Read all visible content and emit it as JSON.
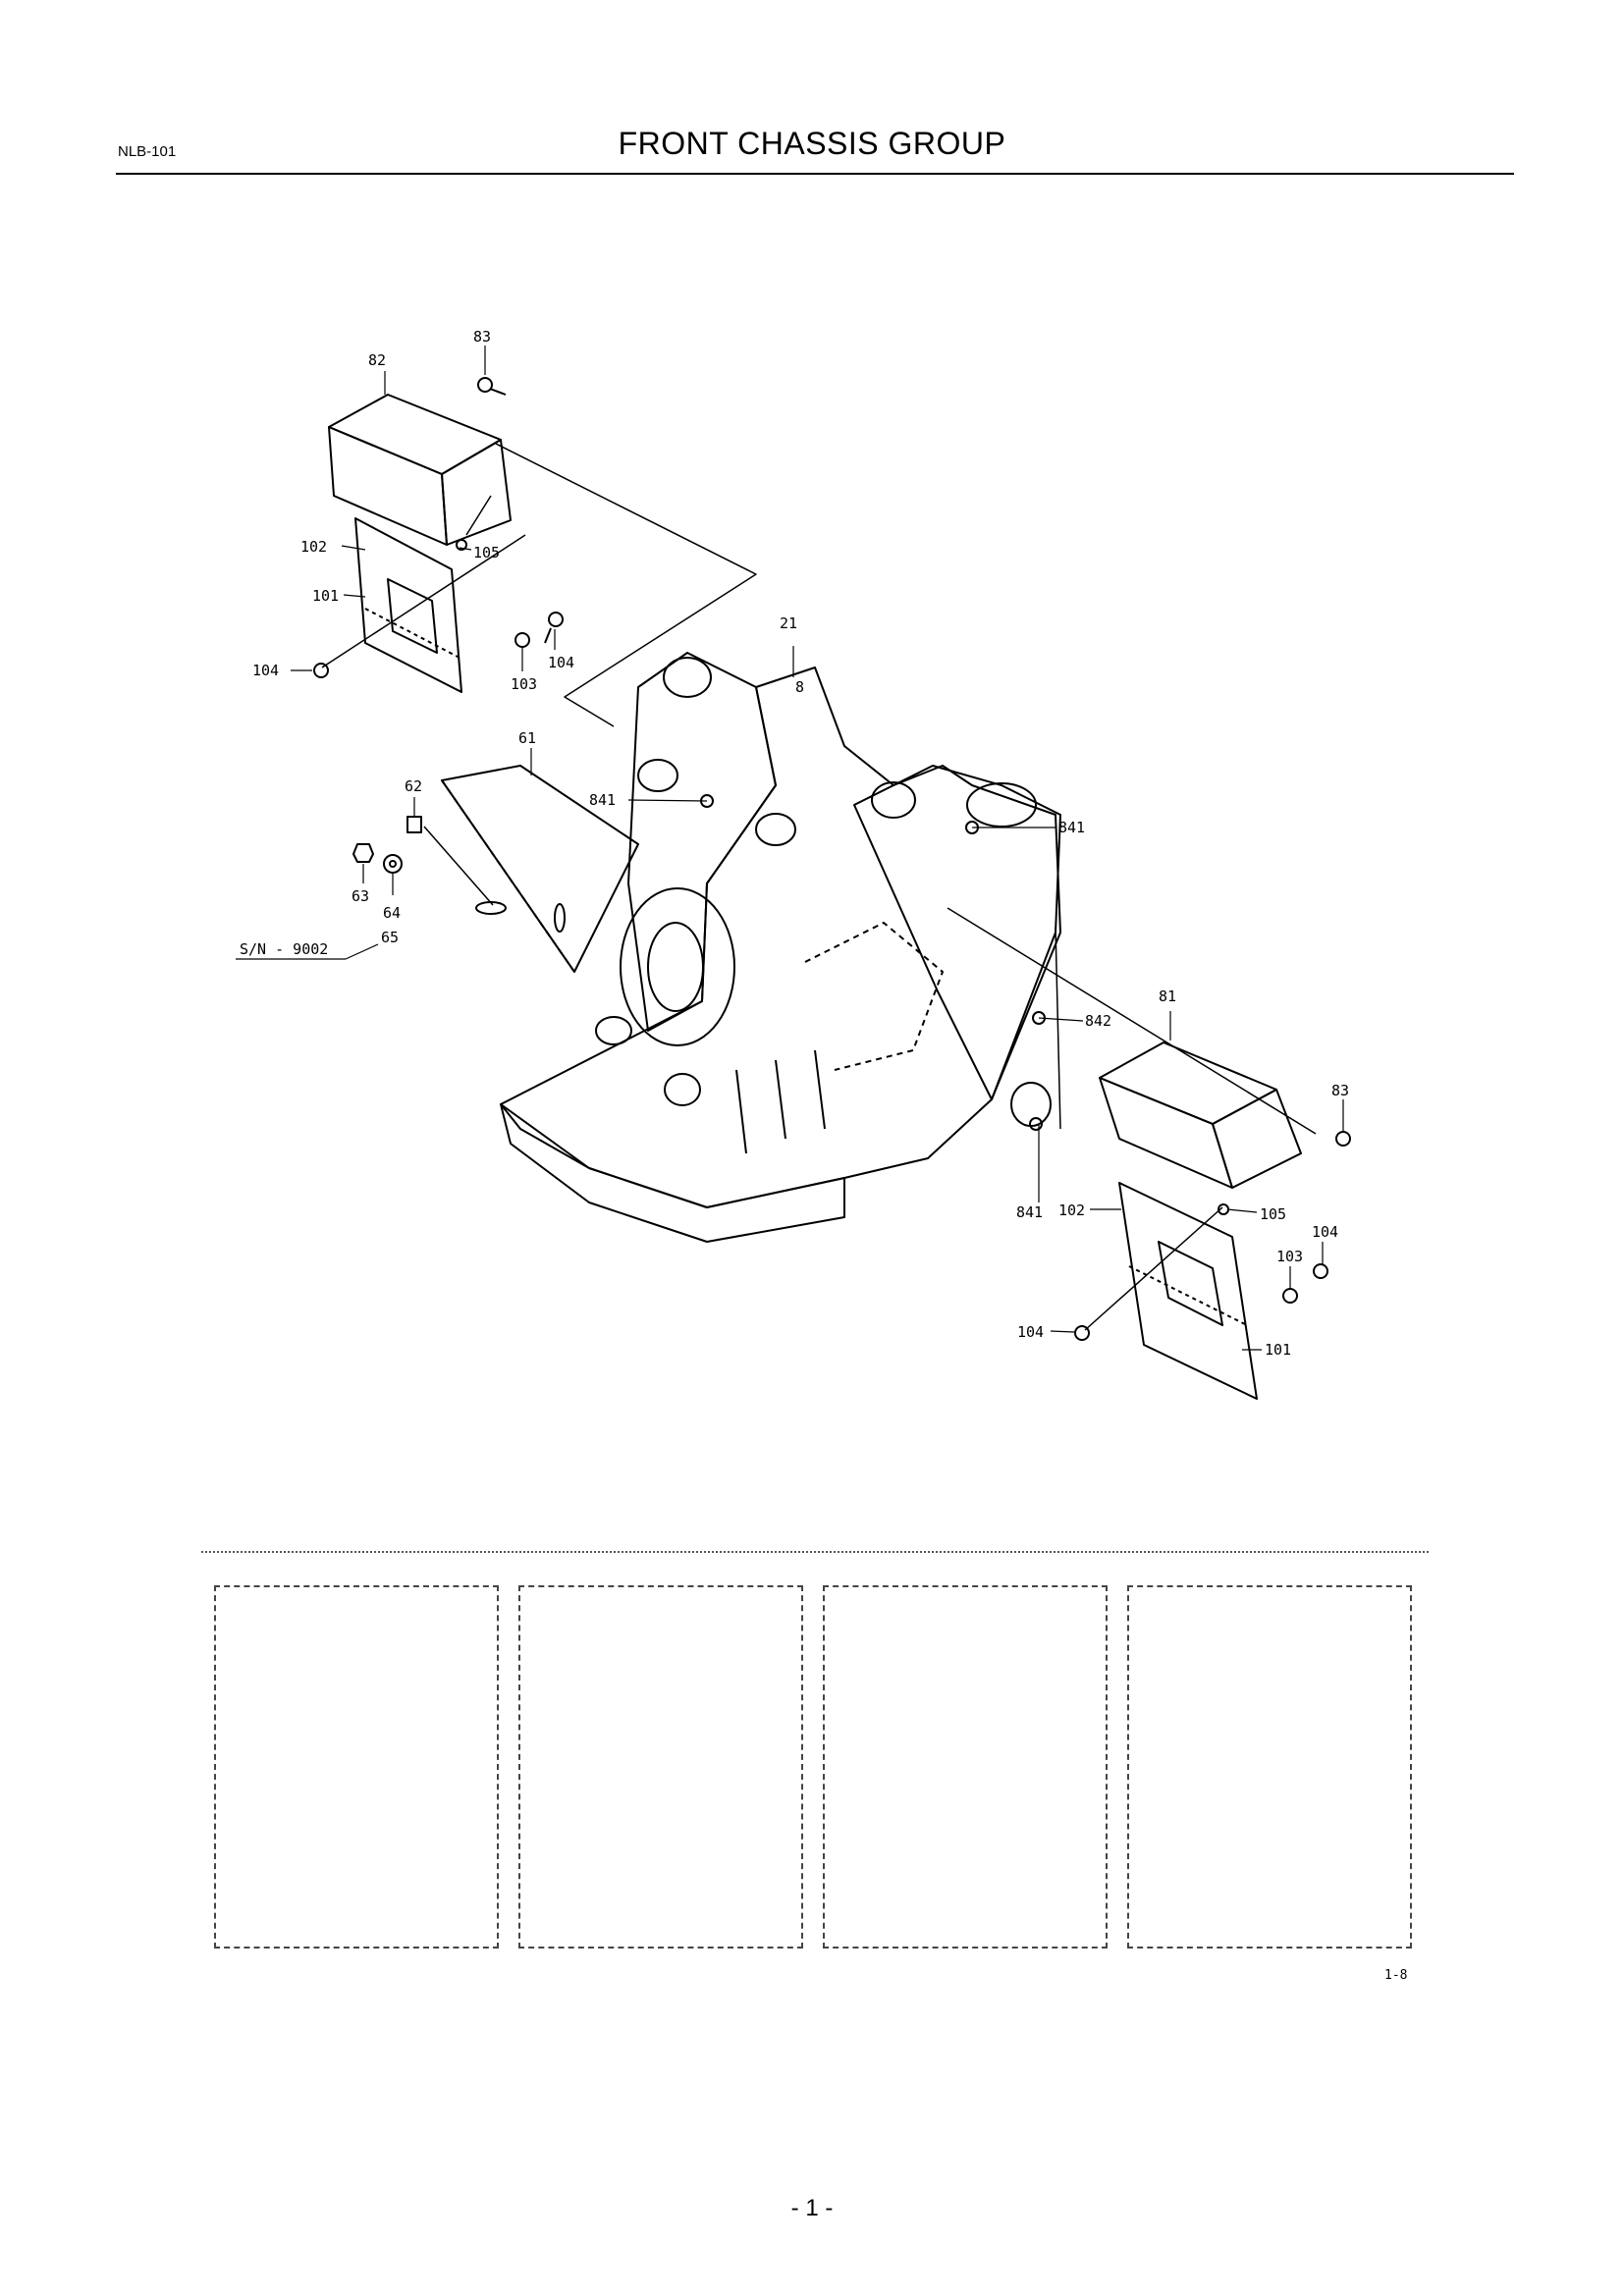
{
  "header": {
    "doc_code": "NLB-101",
    "title": "FRONT CHASSIS GROUP"
  },
  "callouts": {
    "c82": "82",
    "c83a": "83",
    "c102a": "102",
    "c105a": "105",
    "c101a": "101",
    "c104a": "104",
    "c104b": "104",
    "c103a": "103",
    "c21": "21",
    "c8": "8",
    "c61": "61",
    "c62": "62",
    "c63": "63",
    "c64": "64",
    "c65": "65",
    "serial": "S/N - 9002",
    "c841a": "841",
    "c841b": "841",
    "c841c": "841",
    "c842": "842",
    "c81": "81",
    "c83b": "83",
    "c102b": "102",
    "c105b": "105",
    "c104c": "104",
    "c103b": "103",
    "c104d": "104",
    "c101b": "101"
  },
  "footer": {
    "figure_ref": "1-8",
    "page_number": "- 1 -"
  }
}
